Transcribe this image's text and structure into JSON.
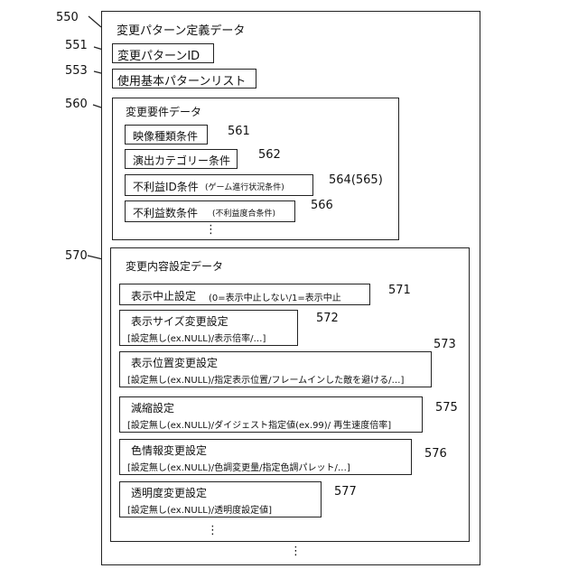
{
  "outer": {
    "title": "変更パターン定義データ",
    "ref": "550"
  },
  "pattern_id": {
    "label": "変更パターンID",
    "ref": "551"
  },
  "base_list": {
    "label": "使用基本パターンリスト",
    "ref": "553"
  },
  "requirements": {
    "title": "変更要件データ",
    "ref": "560",
    "items": [
      {
        "label": "映像種類条件",
        "note": "",
        "ref": "561"
      },
      {
        "label": "演出カテゴリー条件",
        "note": "",
        "ref": "562"
      },
      {
        "label": "不利益ID条件",
        "note": "(ゲーム進行状況条件)",
        "ref": "564(565)"
      },
      {
        "label": "不利益数条件",
        "note": "(不利益度合条件)",
        "ref": "566"
      }
    ],
    "ellipsis": "⋮"
  },
  "settings": {
    "title": "変更内容設定データ",
    "ref": "570",
    "items": [
      {
        "label": "表示中止設定",
        "inline": "(0=表示中止しない/1=表示中止",
        "sub": "",
        "ref": "571"
      },
      {
        "label": "表示サイズ変更設定",
        "inline": "",
        "sub": "[設定無し(ex.NULL)/表示倍率/…]",
        "ref": "572"
      },
      {
        "label": "表示位置変更設定",
        "inline": "",
        "sub": "[設定無し(ex.NULL)/指定表示位置/フレームインした敵を避ける/…]",
        "ref": "573"
      },
      {
        "label": "減縮設定",
        "inline": "",
        "sub": "[設定無し(ex.NULL)/ダイジェスト指定値(ex.99)/ 再生速度倍率]",
        "ref": "575"
      },
      {
        "label": "色情報変更設定",
        "inline": "",
        "sub": "[設定無し(ex.NULL)/色調変更量/指定色調パレット/…]",
        "ref": "576"
      },
      {
        "label": "透明度変更設定",
        "inline": "",
        "sub": "[設定無し(ex.NULL)/透明度設定値]",
        "ref": "577"
      }
    ],
    "ellipsis": "⋮"
  },
  "outer_ellipsis": "⋮"
}
